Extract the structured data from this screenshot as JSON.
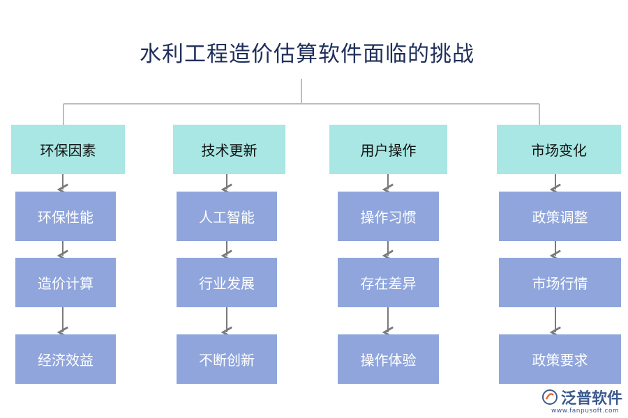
{
  "title": "水利工程造价估算软件面临的挑战",
  "columns": [
    {
      "header": "环保因素",
      "items": [
        "环保性能",
        "造价计算",
        "经济效益"
      ]
    },
    {
      "header": "技术更新",
      "items": [
        "人工智能",
        "行业发展",
        "不断创新"
      ]
    },
    {
      "header": "用户操作",
      "items": [
        "操作习惯",
        "存在差异",
        "操作体验"
      ]
    },
    {
      "header": "市场变化",
      "items": [
        "政策调整",
        "市场行情",
        "政策要求"
      ]
    }
  ],
  "watermark": {
    "brand": "泛普软件",
    "url": "www.fanpusoft.com"
  },
  "colors": {
    "header_bg": "#a8e7e3",
    "box_bg": "#8fa5dc",
    "title": "#1f2f5a",
    "line": "#bdbdbd",
    "arrow": "#7a7a7a"
  }
}
